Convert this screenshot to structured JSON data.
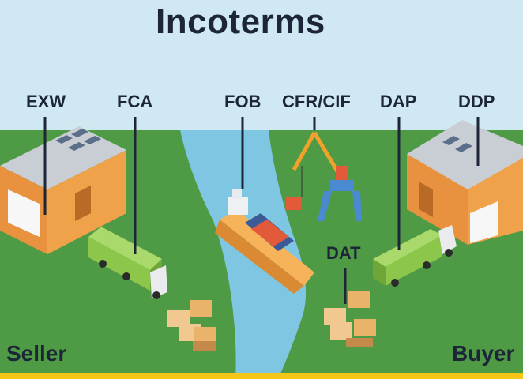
{
  "title": "Incoterms",
  "terms": {
    "exw": "EXW",
    "fca": "FCA",
    "fob": "FOB",
    "cfr_cif": "CFR/CIF",
    "dap": "DAP",
    "ddp": "DDP",
    "dat": "DAT"
  },
  "parties": {
    "seller": "Seller",
    "buyer": "Buyer"
  },
  "colors": {
    "sky": "#cfe8f1",
    "grass": "#4f9a45",
    "river": "#7fc6e3",
    "warehouse_wall": "#f0a24a",
    "truck_cargo": "#8cc64a",
    "crane": "#f2a12a",
    "ship_hull": "#e8993a",
    "bottom_bar": "#f5c518",
    "text": "#1d2638"
  }
}
